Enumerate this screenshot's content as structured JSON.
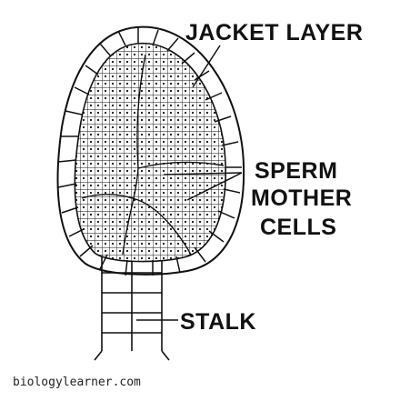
{
  "labels": {
    "jacket_layer": "JACKET LAYER",
    "sperm_mother_cells_line1": "SPERM",
    "sperm_mother_cells_line2": "MOTHER",
    "sperm_mother_cells_line3": "CELLS",
    "stalk": "STALK"
  },
  "watermark": "biologylearner.com",
  "colors": {
    "ink": "#111111",
    "background": "#ffffff"
  }
}
